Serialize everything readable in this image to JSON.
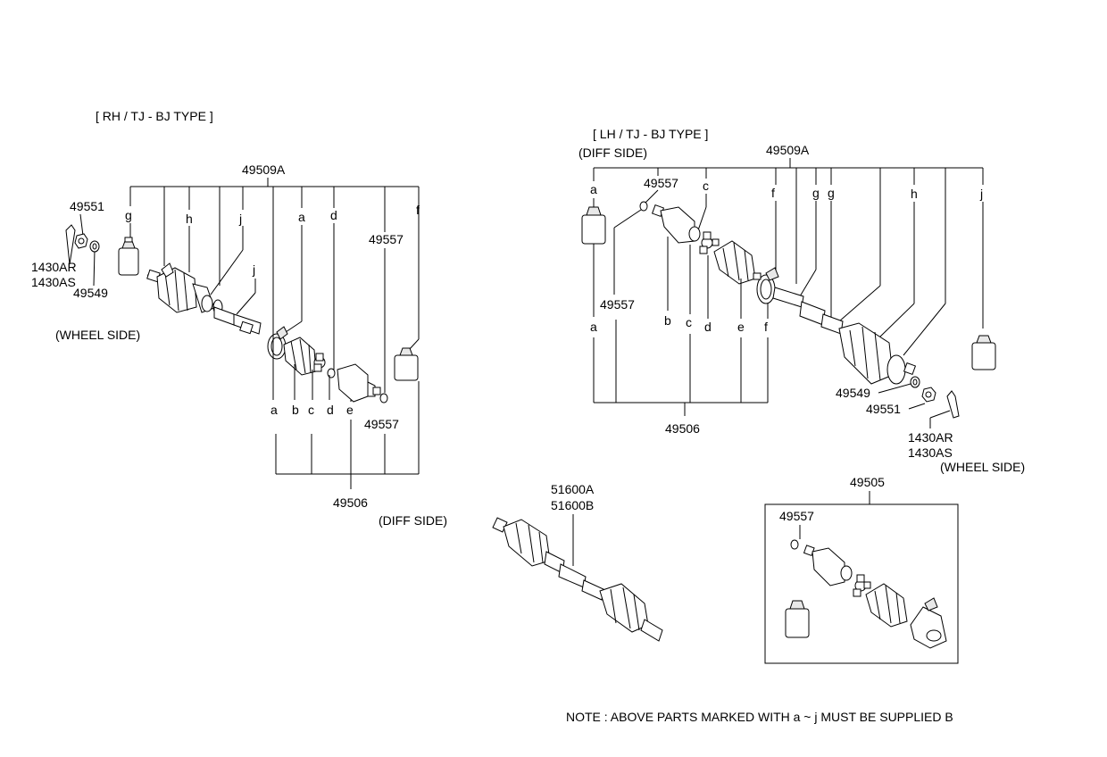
{
  "rh": {
    "title": "[ RH / TJ - BJ TYPE ]",
    "assy": "49509A",
    "letters_top": [
      "g",
      "h",
      "j",
      "j",
      "a",
      "d",
      "f"
    ],
    "letters_bottom": [
      "a",
      "b",
      "c",
      "d",
      "e"
    ],
    "p49551": "49551",
    "p1430ar": "1430AR",
    "p1430as": "1430AS",
    "p49549": "49549",
    "p49557_top": "49557",
    "p49557_bot": "49557",
    "kit": "49506",
    "wheel_side": "(WHEEL SIDE)",
    "diff_side": "(DIFF SIDE)"
  },
  "lh": {
    "title": "[ LH / TJ - BJ TYPE ]",
    "diff_side": "(DIFF  SIDE)",
    "assy": "49509A",
    "letters_top": [
      "a",
      "c",
      "f",
      "g",
      "g",
      "h",
      "j"
    ],
    "letters_bottom": [
      "a",
      "b",
      "c",
      "d",
      "e",
      "f"
    ],
    "p49557_top": "49557",
    "p49557_mid": "49557",
    "p49549": "49549",
    "p49551": "49551",
    "p1430ar": "1430AR",
    "p1430as": "1430AS",
    "wheel_side": "(WHEEL  SIDE)",
    "kit": "49506"
  },
  "shaft": {
    "part_a": "51600A",
    "part_b": "51600B"
  },
  "kit_box": {
    "title": "49505",
    "p49557": "49557"
  },
  "note": "NOTE :  ABOVE PARTS  MARKED WITH  a ~  j  MUST BE SUPPLIED B"
}
